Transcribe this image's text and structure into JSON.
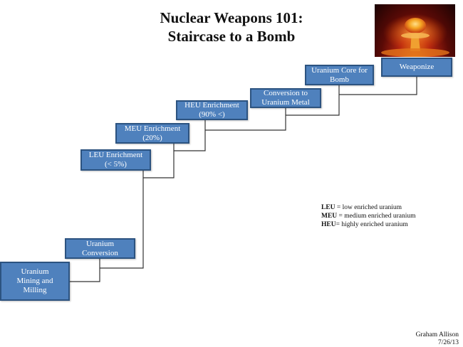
{
  "title_line1": "Nuclear Weapons 101:",
  "title_line2": "Staircase to a Bomb",
  "steps": {
    "mining": {
      "line1": "Uranium",
      "line2": "Mining and",
      "line3": "Milling"
    },
    "conversion": {
      "line1": "Uranium",
      "line2": "Conversion"
    },
    "leu": {
      "line1": "LEU Enrichment",
      "line2": "(< 5%)"
    },
    "meu": {
      "line1": "MEU Enrichment",
      "line2": "(20%)"
    },
    "heu": {
      "line1": "HEU Enrichment",
      "line2": "(90% <)"
    },
    "metal": {
      "line1": "Conversion to",
      "line2": "Uranium Metal"
    },
    "core": {
      "line1": "Uranium Core for",
      "line2": "Bomb"
    },
    "weaponize": {
      "line1": "Weaponize"
    }
  },
  "legend": {
    "leu_abbr": "LEU",
    "leu_text": " = low enriched uranium",
    "meu_abbr": "MEU",
    "meu_text": " = medium enriched uranium",
    "heu_abbr": "HEU",
    "heu_text": "= highly enriched uranium"
  },
  "author": {
    "name": "Graham Allison",
    "date": "7/26/13"
  },
  "colors": {
    "box_fill": "#4f81bd",
    "box_border": "#2c5380",
    "connector": "#333333"
  }
}
